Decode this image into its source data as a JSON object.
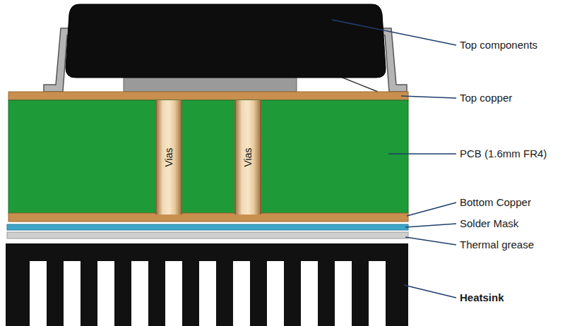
{
  "diagram": {
    "nodes": [
      {
        "text": [
          "Vias"
        ]
      },
      {
        "text": [
          "Vias"
        ]
      }
    ],
    "labels": [
      "Top components",
      "Top copper",
      "PCB (1.6mm FR4)",
      "Bottom Copper",
      "Solder Mask",
      "Thermal grease",
      "Heatsink"
    ]
  }
}
